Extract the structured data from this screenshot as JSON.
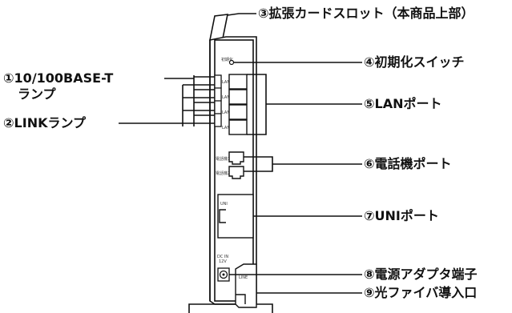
{
  "labels": {
    "slot": "③拡張カードスロット（本商品上部）",
    "init_switch": "④初期化スイッチ",
    "lan_ports": "⑤LANポート",
    "phone_ports": "⑥電話機ポート",
    "uni_port": "⑦UNIポート",
    "power": "⑧電源アダプタ端子",
    "fiber": "⑨光ファイバ導入口",
    "lamp_10_100_line1": "①10/100BASE-T",
    "lamp_10_100_line2": "ランプ",
    "link_lamp": "②LINKランプ"
  },
  "device_text": {
    "init": "初期化",
    "lan": [
      "LAN",
      "LAN",
      "LAN",
      "LAN"
    ],
    "tel1": "電話機1",
    "tel2": "電話機2",
    "uni": "UNI",
    "dcin": "DC IN",
    "dcin_v": "12V",
    "line": "LINE"
  },
  "colors": {
    "line": "#111111",
    "fill": "#ffffff"
  }
}
